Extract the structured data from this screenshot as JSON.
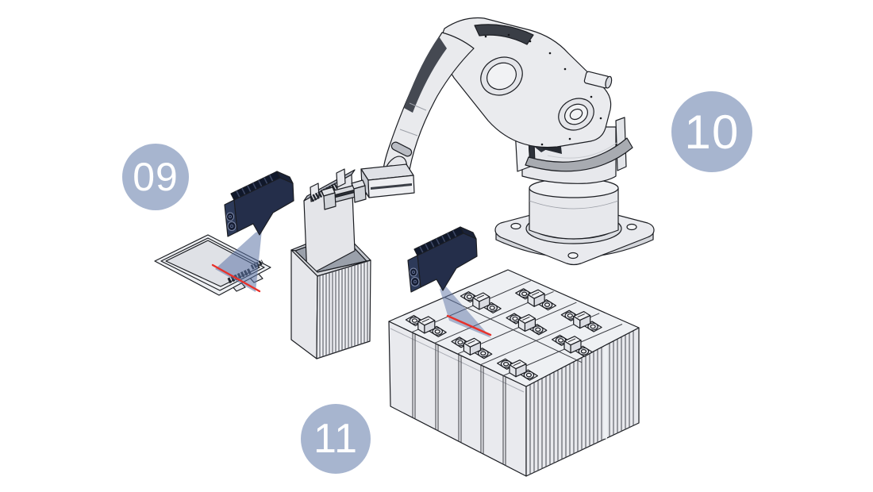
{
  "page": {
    "background": "#ffffff"
  },
  "callouts": [
    {
      "label": "09"
    },
    {
      "label": "10"
    },
    {
      "label": "11"
    }
  ],
  "colors": {
    "callout_background": "#a7b5cf",
    "callout_text": "#ffffff",
    "scanner_body": "#242e4a",
    "scanner_side": "#2d3a59",
    "scanner_top": "#10182b",
    "scan_beam": "#5d74a5",
    "laser_line": "#e8312a",
    "machine_fill": "#e9eaee",
    "machine_shadow": "#3a3e46",
    "outline": "#1b1d22"
  }
}
